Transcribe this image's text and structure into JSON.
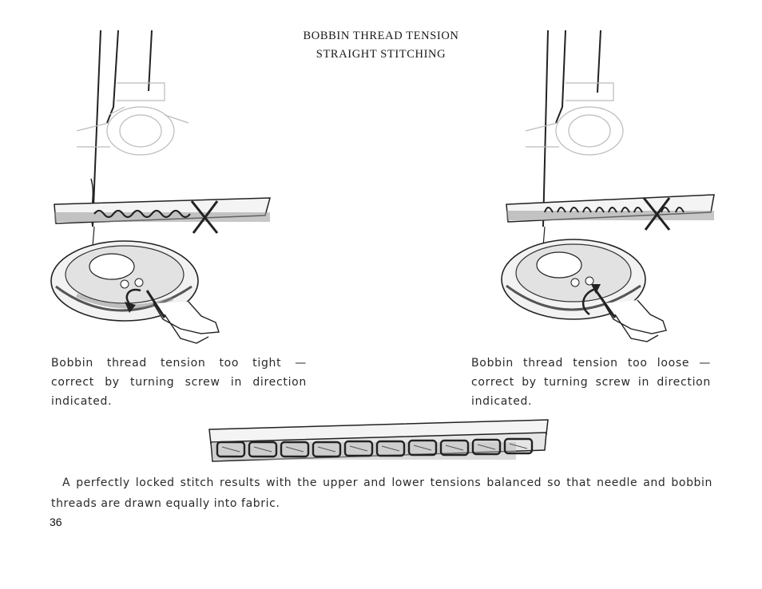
{
  "title": {
    "line1": "BOBBIN THREAD TENSION",
    "line2": "STRAIGHT STITCHING"
  },
  "left_caption": {
    "line1": "Bobbin thread tension too tight —",
    "line2": "correct by turning screw in direction",
    "line3": "indicated."
  },
  "right_caption": {
    "line1": "Bobbin thread tension too loose —",
    "line2": "correct by turning screw in direction",
    "line3": "indicated."
  },
  "bottom_text": {
    "line1": "A perfectly locked stitch results with the upper and lower tensions balanced so that needle and bobbin",
    "line2": "threads are drawn equally into fabric."
  },
  "page_number": "36",
  "icons": {
    "left_figure": "bobbin-case-tight-tension-illustration",
    "right_figure": "bobbin-case-loose-tension-illustration",
    "bottom_figure": "balanced-stitch-fabric-illustration"
  }
}
